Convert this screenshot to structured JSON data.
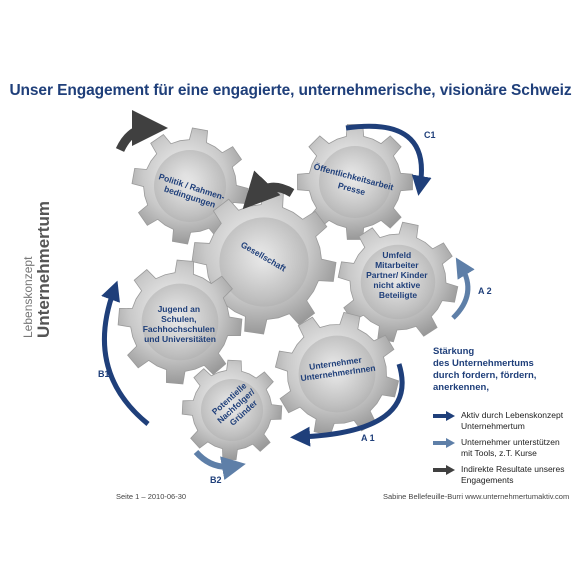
{
  "title": "Unser Engagement für eine engagierte, unternehmerische, visionäre Schweiz",
  "brand": {
    "top": "Lebenskonzept",
    "main": "Unternehmertum"
  },
  "gears": {
    "politik": [
      "Politik / Rahmen-",
      "bedingungen"
    ],
    "oeffentlichkeit": [
      "Öffentlichkeitsarbeit",
      "Presse"
    ],
    "gesellschaft": [
      "Gesellschaft"
    ],
    "umfeld": [
      "Umfeld",
      "Mitarbeiter",
      "Partner/ Kinder",
      "nicht aktive",
      "Beteiligte"
    ],
    "jugend": [
      "Jugend an",
      "Schulen,",
      "Fachhochschulen",
      "und Universitäten"
    ],
    "unternehmer": [
      "Unternehmer",
      "UnternehmerInnen"
    ],
    "nachfolger": [
      "Potentielle",
      "Nachfolger/",
      "Gründer"
    ]
  },
  "arrow_labels": {
    "c1": "C1",
    "a2": "A 2",
    "b1": "B1",
    "a1": "A 1",
    "b2": "B2"
  },
  "emphasis": [
    "Stärkung",
    "des Unternehmertums",
    "durch fordern, fördern,",
    "anerkennen,"
  ],
  "legend": [
    {
      "text": [
        "Aktiv durch Lebenskonzept",
        "Unternehmertum"
      ],
      "color": "#1f3f7a"
    },
    {
      "text": [
        "Unternehmer unterstützen",
        "mit Tools, z.T. Kurse"
      ],
      "color": "#5e7fa8"
    },
    {
      "text": [
        "Indirekte Resultate unseres",
        "Engagements"
      ],
      "color": "#404040"
    }
  ],
  "footer": {
    "left": "Seite 1 – 2010-06-30",
    "right": "Sabine Bellefeuille-Burri  www.unternehmertumaktiv.com"
  },
  "colors": {
    "navy": "#1f3f7a",
    "light_blue": "#5e7fa8",
    "dark_gray": "#404040",
    "gear": "#c8c8c8"
  }
}
